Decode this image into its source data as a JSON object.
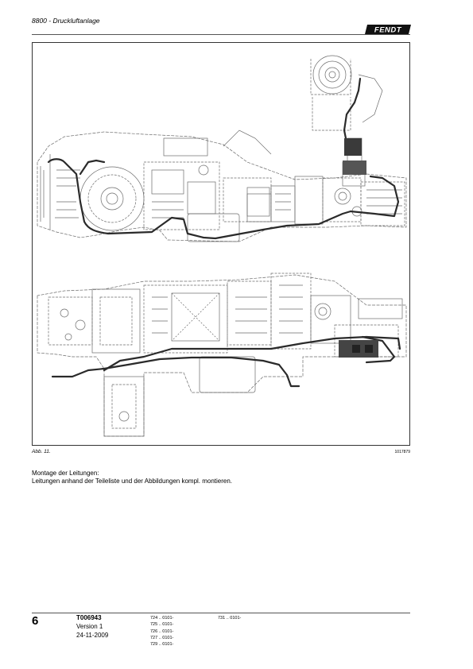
{
  "header": {
    "title": "8800 - Druckluftanlage",
    "logo_text": "FENDT"
  },
  "figure": {
    "caption": "Abb. 11.",
    "image_number": "1017879"
  },
  "section": {
    "heading": "Montage der Leitungen:",
    "body": "Leitungen anhand der Teileliste und der Abbildungen kompl. montieren."
  },
  "footer": {
    "page_number": "6",
    "document_number": "T006943",
    "version": "Version 1",
    "date": "24-11-2009",
    "serials_col1": [
      "724 .. 0101-",
      "725 .. 0101-",
      "726 .. 0101-",
      "727 .. 0101-",
      "729 .. 0101-"
    ],
    "serials_col2": [
      "731 .. 0101-"
    ]
  },
  "colors": {
    "line_art": "#6b6b6b",
    "pipe": "#2a2a2a"
  }
}
